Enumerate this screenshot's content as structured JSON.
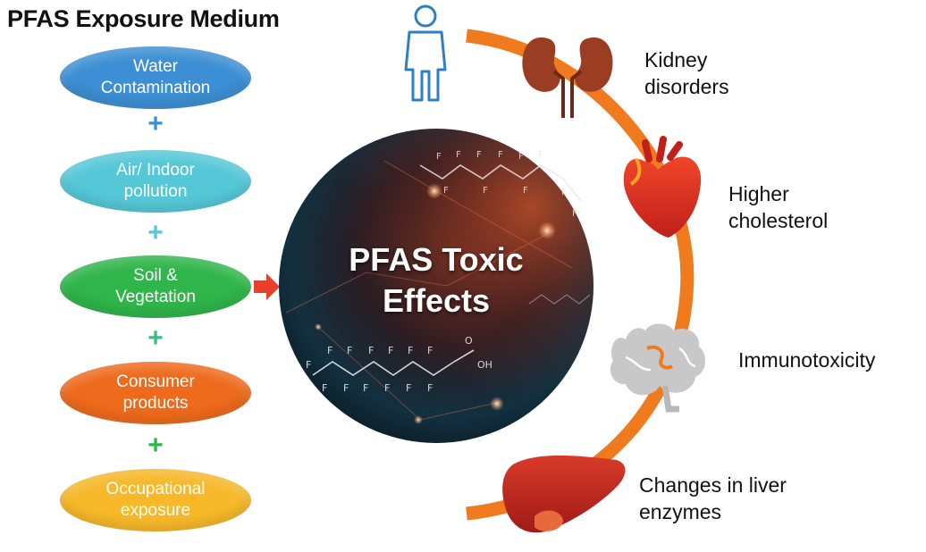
{
  "title": "PFAS Exposure Medium",
  "exposure_media": [
    {
      "label": "Water\nContamination",
      "color": "#3c8fd4"
    },
    {
      "label": "Air/ Indoor\npollution",
      "color": "#55c8d8"
    },
    {
      "label": "Soil &\nVegetation",
      "color": "#2fb54a"
    },
    {
      "label": "Consumer\nproducts",
      "color": "#ee6a1c"
    },
    {
      "label": "Occupational\nexposure",
      "color": "#f7b829"
    }
  ],
  "plus_colors": [
    "#3c8fd4",
    "#55c8d8",
    "#3bbf7c",
    "#2fb54a"
  ],
  "center_label": "PFAS Toxic\nEffects",
  "effects": [
    {
      "label": "Kidney\ndisorders",
      "icon": "kidney-icon"
    },
    {
      "label": "Higher\ncholesterol",
      "icon": "heart-icon"
    },
    {
      "label": "Immunotoxicity",
      "icon": "brain-icon"
    },
    {
      "label": "Changes in liver\nenzymes",
      "icon": "liver-icon"
    }
  ],
  "colors": {
    "arc": "#f07a1e",
    "arrow": "#e8402a",
    "person": "#2f7fc7"
  },
  "icons": {
    "person": "person-icon",
    "arrow": "arrow-right-icon"
  }
}
